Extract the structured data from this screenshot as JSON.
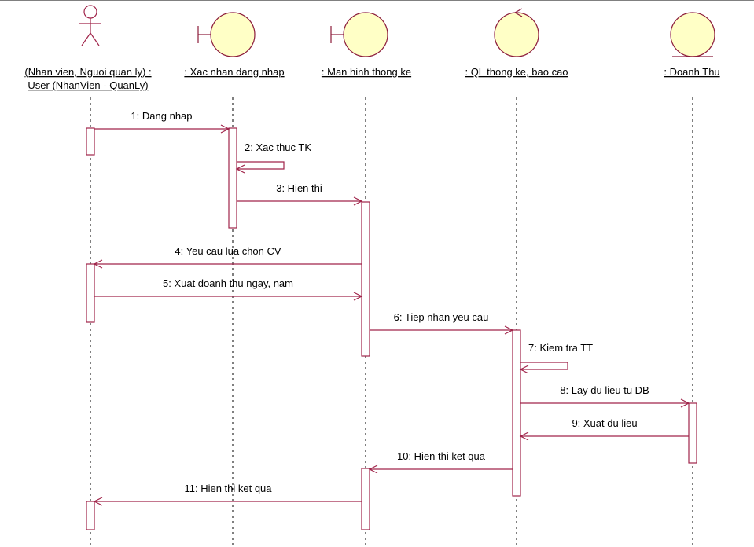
{
  "diagram": {
    "type": "sequence",
    "colors": {
      "lines": "#a0244a",
      "icon_fill": "#ffffc6",
      "icon_stroke": "#8b1a3a",
      "lifeline": "#000000",
      "activation_fill": "#ffffff",
      "top_border": "#808080"
    },
    "participants": [
      {
        "id": "user",
        "kind": "actor",
        "name_lines": [
          "(Nhan vien, Nguoi quan ly) :",
          "User (NhanVien - QuanLy)"
        ]
      },
      {
        "id": "login",
        "kind": "boundary",
        "name_lines": [
          ": Xac nhan dang nhap"
        ]
      },
      {
        "id": "statscreen",
        "kind": "boundary",
        "name_lines": [
          ": Man hinh thong ke"
        ]
      },
      {
        "id": "mgr",
        "kind": "control",
        "name_lines": [
          ": QL thong ke, bao cao"
        ]
      },
      {
        "id": "revenue",
        "kind": "entity",
        "name_lines": [
          ": Doanh Thu"
        ]
      }
    ],
    "messages": [
      {
        "n": 1,
        "label": "1: Dang nhap",
        "from": "user",
        "to": "login"
      },
      {
        "n": 2,
        "label": "2: Xac thuc TK",
        "from": "login",
        "to": "login"
      },
      {
        "n": 3,
        "label": "3: Hien thi",
        "from": "login",
        "to": "statscreen"
      },
      {
        "n": 4,
        "label": "4: Yeu cau lua chon CV",
        "from": "statscreen",
        "to": "user"
      },
      {
        "n": 5,
        "label": "5: Xuat doanh thu ngay, nam",
        "from": "user",
        "to": "statscreen"
      },
      {
        "n": 6,
        "label": "6: Tiep nhan yeu cau",
        "from": "statscreen",
        "to": "mgr"
      },
      {
        "n": 7,
        "label": "7: Kiem tra TT",
        "from": "mgr",
        "to": "mgr"
      },
      {
        "n": 8,
        "label": "8: Lay du lieu tu DB",
        "from": "mgr",
        "to": "revenue"
      },
      {
        "n": 9,
        "label": "9: Xuat du lieu",
        "from": "revenue",
        "to": "mgr"
      },
      {
        "n": 10,
        "label": "10: Hien thi ket qua",
        "from": "mgr",
        "to": "statscreen"
      },
      {
        "n": 11,
        "label": "11: Hien thi ket qua",
        "from": "statscreen",
        "to": "user"
      }
    ]
  }
}
